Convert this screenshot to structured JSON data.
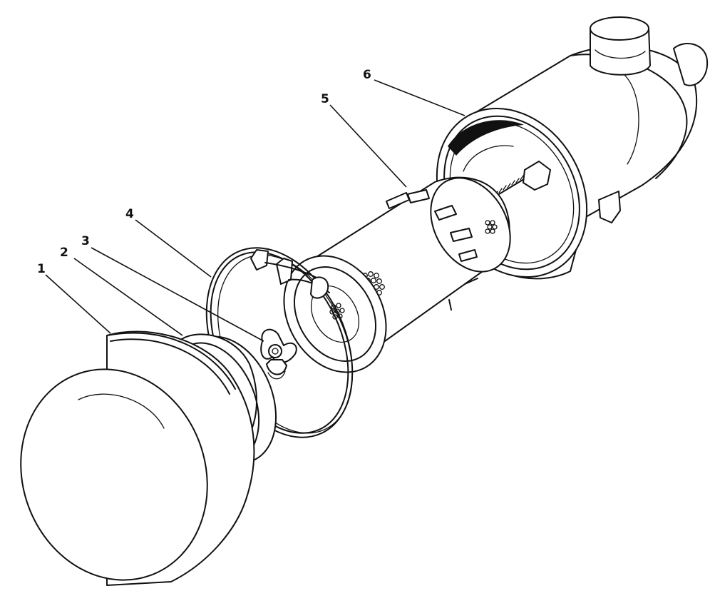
{
  "diagram": {
    "callouts": [
      {
        "id": "1",
        "label": "1"
      },
      {
        "id": "2",
        "label": "2"
      },
      {
        "id": "3",
        "label": "3"
      },
      {
        "id": "4",
        "label": "4"
      },
      {
        "id": "5",
        "label": "5"
      },
      {
        "id": "6",
        "label": "6"
      }
    ],
    "colors": {
      "ink": "#111111",
      "paper": "#ffffff"
    }
  }
}
